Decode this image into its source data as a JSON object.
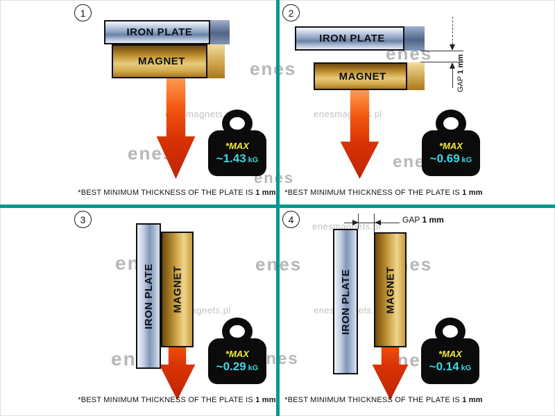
{
  "watermark": {
    "logo": "enes",
    "url": "enesmagnets.pl"
  },
  "caption": {
    "prefix": "*BEST MINIMUM THICKNESS OF THE PLATE IS",
    "bold": "1 mm"
  },
  "labels": {
    "iron_plate": "IRON PLATE",
    "magnet": "MAGNET",
    "max": "*MAX",
    "unit": "kG",
    "gap": "GAP",
    "gap_value": "1 mm"
  },
  "panels": [
    {
      "number": "1",
      "orientation": "horizontal",
      "gap": false,
      "value": "~1.43"
    },
    {
      "number": "2",
      "orientation": "horizontal",
      "gap": true,
      "value": "~0.69"
    },
    {
      "number": "3",
      "orientation": "vertical",
      "gap": false,
      "value": "~0.29"
    },
    {
      "number": "4",
      "orientation": "vertical",
      "gap": true,
      "value": "~0.14"
    }
  ],
  "colors": {
    "divider": "#00998f",
    "arrow": "#d83305",
    "steel": "#8ea3c2",
    "gold": "#c49735",
    "max_text": "#f4ec3c",
    "value_text": "#3cd7e6"
  }
}
